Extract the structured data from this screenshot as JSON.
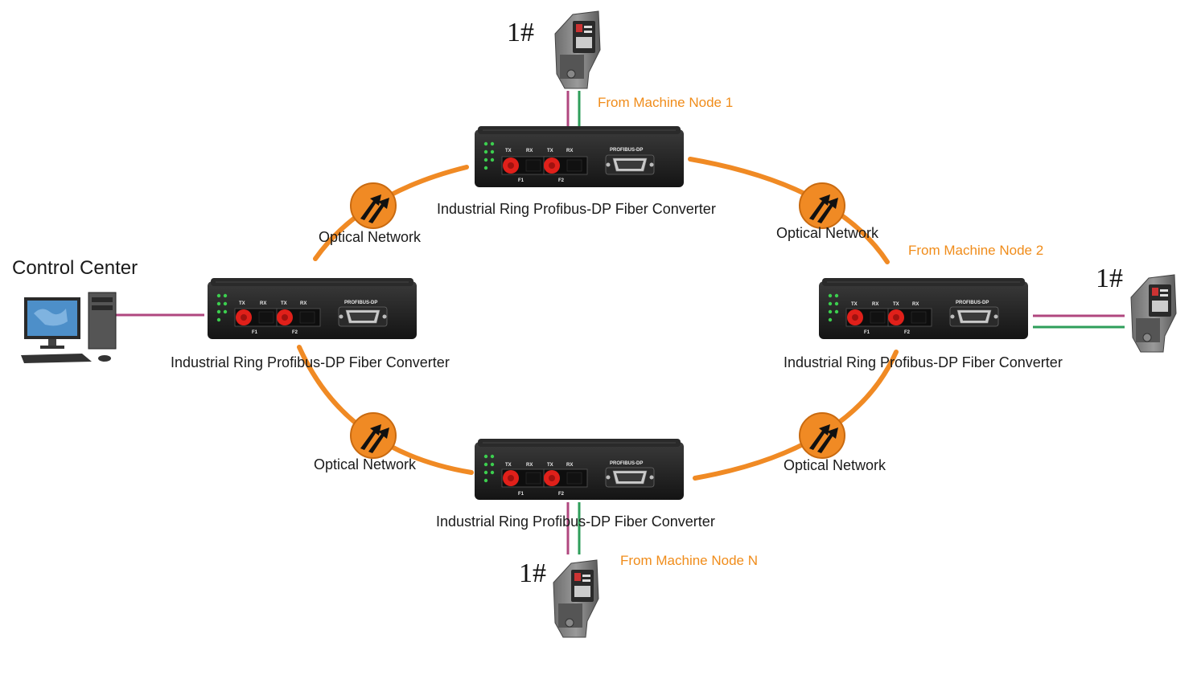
{
  "control_center": {
    "label": "Control Center"
  },
  "converters": [
    {
      "id": "top",
      "label": "Industrial Ring Profibus-DP Fiber Converter"
    },
    {
      "id": "left",
      "label": "Industrial Ring Profibus-DP Fiber Converter"
    },
    {
      "id": "right",
      "label": "Industrial Ring Profibus-DP Fiber Converter"
    },
    {
      "id": "bottom",
      "label": "Industrial Ring Profibus-DP Fiber Converter"
    }
  ],
  "device_panel": {
    "tx": "TX",
    "rx": "RX",
    "f1": "F1",
    "f2": "F2",
    "port": "PROFIBUS-DP"
  },
  "optical_links": [
    {
      "id": "top-left",
      "label": "Optical Network"
    },
    {
      "id": "top-right",
      "label": "Optical Network"
    },
    {
      "id": "bottom-left",
      "label": "Optical Network"
    },
    {
      "id": "bottom-right",
      "label": "Optical Network"
    }
  ],
  "machine_nodes": [
    {
      "id": "node-1",
      "label": "From Machine Node 1",
      "connector": "1#"
    },
    {
      "id": "node-2",
      "label": "From Machine Node 2",
      "connector": "1#"
    },
    {
      "id": "node-n",
      "label": "From Machine Node N",
      "connector": "1#"
    }
  ],
  "colors": {
    "fiber": "#f08a24",
    "node_label": "#f08c1a",
    "cable_magenta": "#b0477f",
    "cable_green": "#2e9e5a",
    "device_body": "#1e1e1e",
    "port_red": "#e0201a"
  }
}
